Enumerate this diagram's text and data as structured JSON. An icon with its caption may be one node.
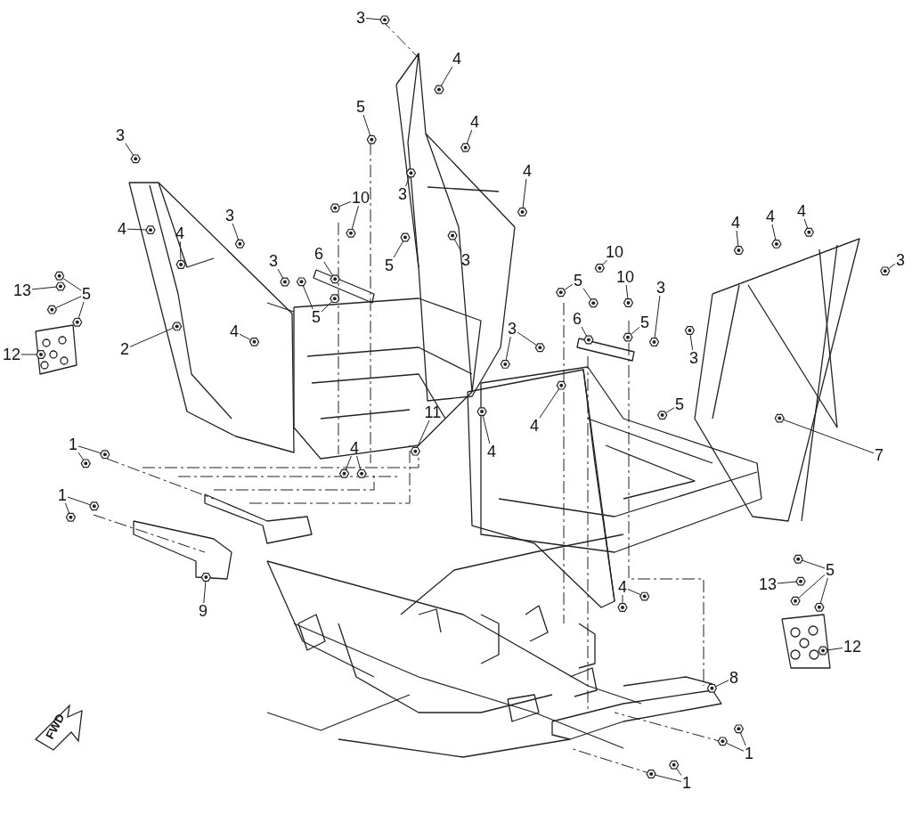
{
  "diagram": {
    "nodes": [
      {
        "text": [
          "3"
        ]
      },
      {
        "text": [
          "4"
        ]
      },
      {
        "text": [
          "5"
        ]
      },
      {
        "text": [
          "4"
        ]
      },
      {
        "text": [
          "3"
        ]
      },
      {
        "text": [
          "4"
        ]
      },
      {
        "text": [
          "3"
        ]
      },
      {
        "text": [
          "10"
        ]
      },
      {
        "text": [
          "3"
        ]
      },
      {
        "text": [
          "4"
        ]
      },
      {
        "text": [
          "4"
        ]
      },
      {
        "text": [
          "4"
        ]
      },
      {
        "text": [
          "4"
        ]
      },
      {
        "text": [
          "4"
        ]
      },
      {
        "text": [
          "10"
        ]
      },
      {
        "text": [
          "6"
        ]
      },
      {
        "text": [
          "3"
        ]
      },
      {
        "text": [
          "3"
        ]
      },
      {
        "text": [
          "3"
        ]
      },
      {
        "text": [
          "5"
        ]
      },
      {
        "text": [
          "10"
        ]
      },
      {
        "text": [
          "5"
        ]
      },
      {
        "text": [
          "3"
        ]
      },
      {
        "text": [
          "13"
        ]
      },
      {
        "text": [
          "5"
        ]
      },
      {
        "text": [
          "6"
        ]
      },
      {
        "text": [
          "5"
        ]
      },
      {
        "text": [
          "5"
        ]
      },
      {
        "text": [
          "3"
        ]
      },
      {
        "text": [
          "4"
        ]
      },
      {
        "text": [
          "2"
        ]
      },
      {
        "text": [
          "12"
        ]
      },
      {
        "text": [
          "3"
        ]
      },
      {
        "text": [
          "5"
        ]
      },
      {
        "text": [
          "11"
        ]
      },
      {
        "text": [
          "4"
        ]
      },
      {
        "text": [
          "1"
        ]
      },
      {
        "text": [
          "4"
        ]
      },
      {
        "text": [
          "4"
        ]
      },
      {
        "text": [
          "7"
        ]
      },
      {
        "text": [
          "1"
        ]
      },
      {
        "text": [
          "5"
        ]
      },
      {
        "text": [
          "13"
        ]
      },
      {
        "text": [
          "4"
        ]
      },
      {
        "text": [
          "9"
        ]
      },
      {
        "text": [
          "12"
        ]
      },
      {
        "text": [
          "8"
        ]
      },
      {
        "text": [
          "1"
        ]
      },
      {
        "text": [
          "1"
        ]
      },
      {
        "text": [],
        "shape": "picture"
      },
      {
        "text": [],
        "shape": "picture"
      },
      {
        "text": [],
        "shape": "picture"
      },
      {
        "text": [],
        "shape": "picture"
      },
      {
        "text": [],
        "shape": "picture"
      },
      {
        "text": [],
        "shape": "picture"
      },
      {
        "text": [],
        "shape": "picture"
      },
      {
        "text": [],
        "shape": "picture"
      },
      {
        "text": [],
        "shape": "picture"
      },
      {
        "text": [],
        "shape": "picture"
      },
      {
        "text": [],
        "shape": "picture"
      },
      {
        "text": [],
        "shape": "picture"
      },
      {
        "text": [],
        "shape": "picture"
      },
      {
        "text": [],
        "shape": "picture"
      },
      {
        "text": [],
        "shape": "picture"
      },
      {
        "text": [],
        "shape": "picture"
      },
      {
        "text": [],
        "shape": "picture"
      },
      {
        "text": [],
        "shape": "picture"
      },
      {
        "text": [],
        "shape": "picture"
      },
      {
        "text": [],
        "shape": "picture"
      },
      {
        "text": [],
        "shape": "picture"
      },
      {
        "text": [],
        "shape": "picture"
      },
      {
        "text": [],
        "shape": "picture"
      },
      {
        "text": [],
        "shape": "picture"
      },
      {
        "text": [],
        "shape": "picture"
      },
      {
        "text": [],
        "shape": "picture"
      },
      {
        "text": [],
        "shape": "picture"
      },
      {
        "text": [],
        "shape": "picture"
      },
      {
        "text": [],
        "shape": "picture"
      },
      {
        "text": [],
        "shape": "picture"
      },
      {
        "text": [],
        "shape": "picture"
      },
      {
        "text": [],
        "shape": "picture"
      },
      {
        "text": [],
        "shape": "picture"
      },
      {
        "text": [],
        "shape": "picture"
      },
      {
        "text": [],
        "shape": "picture"
      },
      {
        "text": [],
        "shape": "picture"
      },
      {
        "text": [],
        "shape": "picture"
      },
      {
        "text": [],
        "shape": "picture"
      },
      {
        "text": [],
        "shape": "picture"
      },
      {
        "text": [],
        "shape": "picture"
      },
      {
        "text": [],
        "shape": "picture"
      },
      {
        "text": [],
        "shape": "picture"
      },
      {
        "text": [],
        "shape": "picture"
      },
      {
        "text": [],
        "shape": "picture"
      },
      {
        "text": [],
        "shape": "picture"
      },
      {
        "text": [],
        "shape": "picture"
      },
      {
        "text": [],
        "shape": "picture"
      },
      {
        "text": [],
        "shape": "picture"
      },
      {
        "text": [],
        "shape": "picture"
      },
      {
        "text": [],
        "shape": "picture"
      },
      {
        "text": [],
        "shape": "picture"
      },
      {
        "text": [],
        "shape": "picture"
      },
      {
        "text": [],
        "shape": "picture"
      },
      {
        "text": [],
        "shape": "picture"
      },
      {
        "text": [],
        "shape": "picture"
      },
      {
        "text": [],
        "shape": "picture"
      },
      {
        "text": [],
        "shape": "picture"
      },
      {
        "text": [],
        "shape": "picture"
      },
      {
        "text": [],
        "shape": "picture"
      },
      {
        "text": [],
        "shape": "picture"
      },
      {
        "text": [],
        "shape": "picture"
      },
      {
        "text": [],
        "shape": "picture"
      },
      {
        "text": [],
        "shape": "picture"
      }
    ],
    "edges": [
      {
        "from": 0,
        "to": 49,
        "arrow": "none"
      },
      {
        "from": 1,
        "to": 50,
        "arrow": "none"
      },
      {
        "from": 2,
        "to": 51,
        "arrow": "none"
      },
      {
        "from": 3,
        "to": 52,
        "arrow": "none"
      },
      {
        "from": 4,
        "to": 53,
        "arrow": "none"
      },
      {
        "from": 5,
        "to": 54,
        "arrow": "none"
      },
      {
        "from": 6,
        "to": 55,
        "arrow": "none"
      },
      {
        "from": 7,
        "to": 56,
        "arrow": "none"
      },
      {
        "from": 7,
        "to": 57,
        "arrow": "none"
      },
      {
        "from": 8,
        "to": 58,
        "arrow": "none"
      },
      {
        "from": 9,
        "to": 59,
        "arrow": "none"
      },
      {
        "from": 10,
        "to": 60,
        "arrow": "none"
      },
      {
        "from": 11,
        "to": 61,
        "arrow": "none"
      },
      {
        "from": 12,
        "to": 62,
        "arrow": "none"
      },
      {
        "from": 13,
        "to": 63,
        "arrow": "none"
      },
      {
        "from": 14,
        "to": 64,
        "arrow": "none"
      },
      {
        "from": 15,
        "to": 65,
        "arrow": "none"
      },
      {
        "from": 16,
        "to": 66,
        "arrow": "none"
      },
      {
        "from": 17,
        "to": 67,
        "arrow": "none"
      },
      {
        "from": 18,
        "to": 68,
        "arrow": "none"
      },
      {
        "from": 19,
        "to": 69,
        "arrow": "none"
      },
      {
        "from": 20,
        "to": 70,
        "arrow": "none"
      },
      {
        "from": 21,
        "to": 71,
        "arrow": "none"
      },
      {
        "from": 21,
        "to": 72,
        "arrow": "none"
      },
      {
        "from": 22,
        "to": 73,
        "arrow": "none"
      },
      {
        "from": 23,
        "to": 74,
        "arrow": "none"
      },
      {
        "from": 24,
        "to": 75,
        "arrow": "none"
      },
      {
        "from": 24,
        "to": 76,
        "arrow": "none"
      },
      {
        "from": 24,
        "to": 77,
        "arrow": "none"
      },
      {
        "from": 25,
        "to": 78,
        "arrow": "none"
      },
      {
        "from": 26,
        "to": 79,
        "arrow": "none"
      },
      {
        "from": 26,
        "to": 80,
        "arrow": "none"
      },
      {
        "from": 27,
        "to": 81,
        "arrow": "none"
      },
      {
        "from": 28,
        "to": 82,
        "arrow": "none"
      },
      {
        "from": 28,
        "to": 83,
        "arrow": "none"
      },
      {
        "from": 29,
        "to": 84,
        "arrow": "none"
      },
      {
        "from": 30,
        "to": 85,
        "arrow": "none"
      },
      {
        "from": 31,
        "to": 86,
        "arrow": "none"
      },
      {
        "from": 32,
        "to": 87,
        "arrow": "none"
      },
      {
        "from": 33,
        "to": 88,
        "arrow": "none"
      },
      {
        "from": 34,
        "to": 89,
        "arrow": "none"
      },
      {
        "from": 35,
        "to": 90,
        "arrow": "none"
      },
      {
        "from": 36,
        "to": 91,
        "arrow": "none"
      },
      {
        "from": 36,
        "to": 92,
        "arrow": "none"
      },
      {
        "from": 37,
        "to": 93,
        "arrow": "none"
      },
      {
        "from": 37,
        "to": 94,
        "arrow": "none"
      },
      {
        "from": 38,
        "to": 95,
        "arrow": "none"
      },
      {
        "from": 39,
        "to": 96,
        "arrow": "none"
      },
      {
        "from": 40,
        "to": 97,
        "arrow": "none"
      },
      {
        "from": 40,
        "to": 98,
        "arrow": "none"
      },
      {
        "from": 41,
        "to": 99,
        "arrow": "none"
      },
      {
        "from": 41,
        "to": 100,
        "arrow": "none"
      },
      {
        "from": 41,
        "to": 101,
        "arrow": "none"
      },
      {
        "from": 42,
        "to": 102,
        "arrow": "none"
      },
      {
        "from": 43,
        "to": 103,
        "arrow": "none"
      },
      {
        "from": 43,
        "to": 104,
        "arrow": "none"
      },
      {
        "from": 44,
        "to": 105,
        "arrow": "none"
      },
      {
        "from": 45,
        "to": 106,
        "arrow": "none"
      },
      {
        "from": 46,
        "to": 107,
        "arrow": "none"
      },
      {
        "from": 47,
        "to": 108,
        "arrow": "none"
      },
      {
        "from": 47,
        "to": 109,
        "arrow": "none"
      },
      {
        "from": 48,
        "to": 110,
        "arrow": "none"
      },
      {
        "from": 48,
        "to": 111,
        "arrow": "none"
      }
    ],
    "labels": [
      "FWD"
    ]
  }
}
